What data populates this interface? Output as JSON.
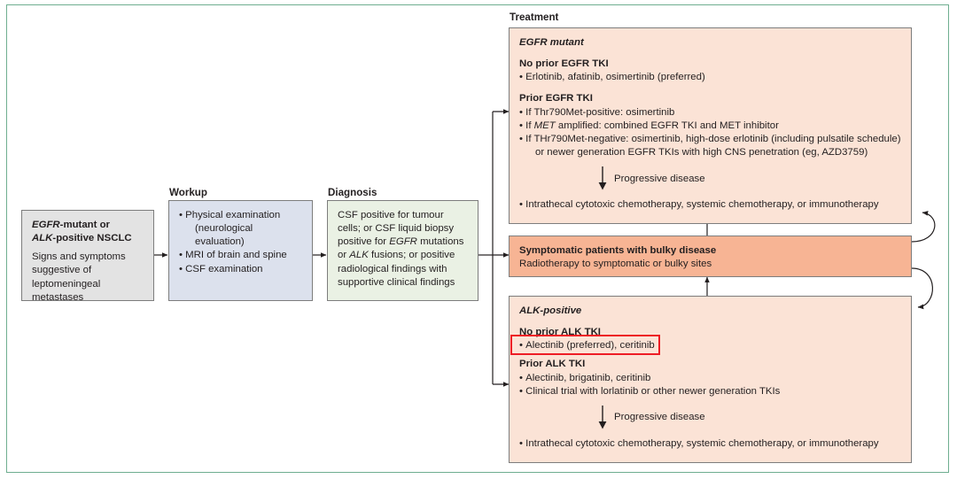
{
  "figure": {
    "frame_color": "#6fae90",
    "colors": {
      "gray": "#e3e3e3",
      "blue": "#dce1ed",
      "green": "#eaf1e4",
      "peach": "#fbe3d6",
      "orange": "#f7b494",
      "highlight": "#ee1c25",
      "border": "#7d7d7d",
      "text": "#231f20"
    }
  },
  "stage_labels": {
    "workup": "Workup",
    "diagnosis": "Diagnosis",
    "treatment": "Treatment"
  },
  "presentation_box": {
    "title_line1": "EGFR",
    "title_line1_rest": "-mutant or",
    "title_line2": "ALK",
    "title_line2_rest": "-positive NSCLC",
    "body_line1": "Signs and symptoms",
    "body_line2": "suggestive of",
    "body_line3": "leptomeningeal metastases"
  },
  "workup_box": {
    "items": [
      "Physical examination",
      "(neurological evaluation)",
      "MRI of brain and spine",
      "CSF examination"
    ],
    "bullet_flags": [
      true,
      false,
      true,
      true
    ]
  },
  "diagnosis_box": {
    "lines": [
      "CSF positive for tumour",
      "cells; or CSF liquid biopsy",
      "positive for EGFR mutations",
      "or ALK fusions; or positive",
      "radiological findings with",
      "supportive clinical findings"
    ]
  },
  "egfr_box": {
    "heading": "EGFR mutant",
    "section1_heading": "No prior EGFR TKI",
    "section1_bullets": [
      "Erlotinib, afatinib, osimertinib (preferred)"
    ],
    "section2_heading": "Prior EGFR TKI",
    "section2_bullets": [
      "If Thr790Met-positive: osimertinib",
      "If MET amplified: combined EGFR TKI and MET inhibitor",
      "If THr790Met-negative: osimertinib, high-dose erlotinib (including pulsatile schedule)"
    ],
    "section2_bullet3_cont": "or newer generation EGFR TKIs with high CNS penetration (eg, AZD3759)",
    "progression_label": "Progressive disease",
    "final_bullet": "Intrathecal cytotoxic chemotherapy, systemic chemotherapy, or immunotherapy"
  },
  "symptomatic_box": {
    "heading": "Symptomatic patients with bulky disease",
    "body": "Radiotherapy to symptomatic or bulky sites"
  },
  "alk_box": {
    "heading": "ALK-positive",
    "section1_heading": "No prior ALK TKI",
    "section1_bullets": [
      "Alectinib (preferred), ceritinib"
    ],
    "section2_heading": "Prior ALK TKI",
    "section2_bullets": [
      "Alectinib, brigatinib, ceritinib",
      "Clinical trial with lorlatinib or other newer generation TKIs"
    ],
    "progression_label": "Progressive disease",
    "final_bullet": "Intrathecal cytotoxic chemotherapy, systemic chemotherapy, or immunotherapy"
  }
}
